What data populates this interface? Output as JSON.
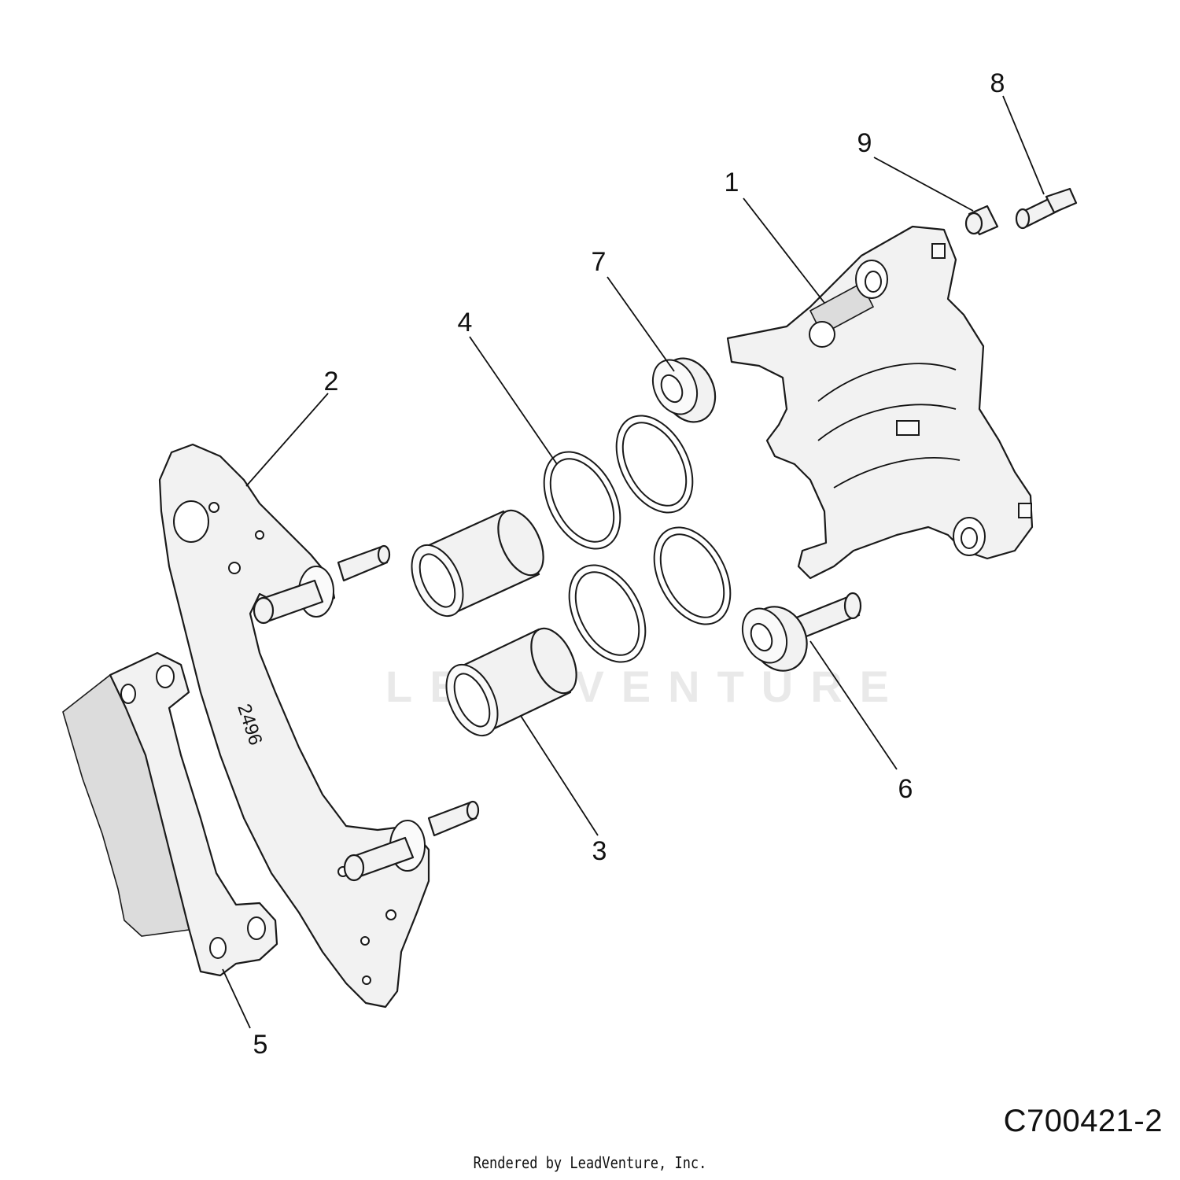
{
  "diagram": {
    "drawing_number": "C700421-2",
    "credit": "Rendered by LeadVenture, Inc.",
    "watermark": "LEADVENTURE",
    "bracket_stamp": "2496",
    "callouts": [
      {
        "id": "1",
        "label": "1"
      },
      {
        "id": "2",
        "label": "2"
      },
      {
        "id": "3",
        "label": "3"
      },
      {
        "id": "4",
        "label": "4"
      },
      {
        "id": "5",
        "label": "5"
      },
      {
        "id": "6",
        "label": "6"
      },
      {
        "id": "7",
        "label": "7"
      },
      {
        "id": "8",
        "label": "8"
      },
      {
        "id": "9",
        "label": "9"
      }
    ]
  }
}
